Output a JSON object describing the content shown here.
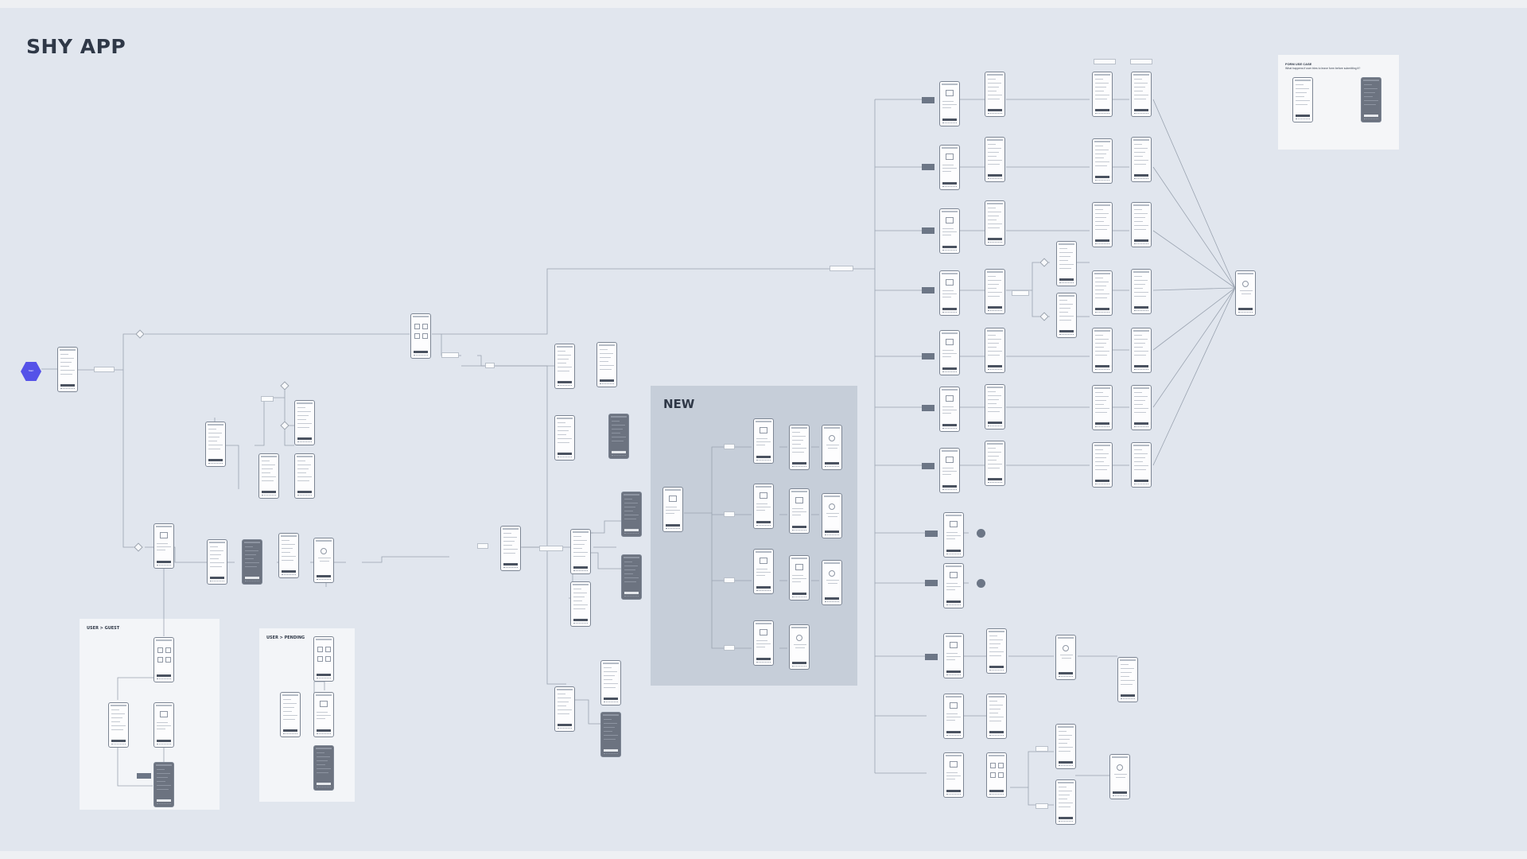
{
  "app_title": "SHY APP",
  "groups": {
    "user_guest": "USER > GUEST",
    "user_pending": "USER > PENDING",
    "new_flow": "NEW"
  },
  "use_case": {
    "title": "FORM USE CASE",
    "subtitle": "What happens if user tries to leave form before submitting it?"
  },
  "start_node": "Start",
  "colors": {
    "board": "#e1e6ee",
    "accent_start": "#5552e8",
    "wire": "#9aa3b0",
    "frame_stroke": "#7c8593"
  },
  "icons": [
    "flow-start-icon",
    "image-placeholder-icon",
    "decision-diamond-icon",
    "success-check-icon"
  ]
}
